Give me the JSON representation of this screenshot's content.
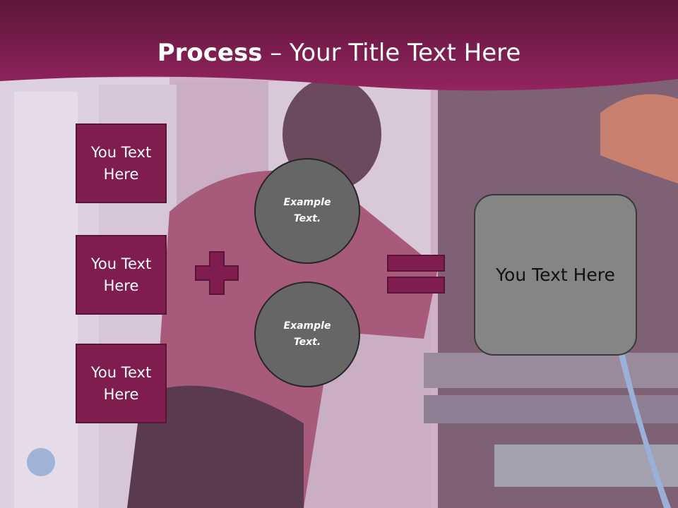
{
  "title": {
    "bold": "Process",
    "rest": " – Your Title Text Here"
  },
  "left_boxes": [
    {
      "label": "You Text Here"
    },
    {
      "label": "You Text Here"
    },
    {
      "label": "You Text Here"
    }
  ],
  "circles": [
    {
      "label": "Example Text."
    },
    {
      "label": "Example Text."
    }
  ],
  "result_box": {
    "label": "You Text Here"
  },
  "colors": {
    "header": "#7f1d4e",
    "box_fill": "#7f1d4e",
    "circle_fill": "#666666",
    "result_fill": "#858585",
    "operator": "#7f1d4e"
  }
}
